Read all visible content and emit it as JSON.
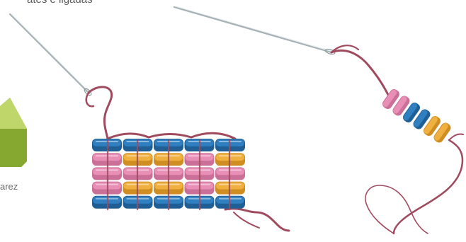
{
  "header": {
    "caption_fragment": "ates e ligadas"
  },
  "footer": {
    "caption_fragment": "arez"
  },
  "colors": {
    "bead_blue": "#2f7fc1",
    "bead_pink": "#e98fb6",
    "bead_yellow": "#f0b040",
    "thread": "#a04a5e",
    "needle": "#9aa6ab",
    "green_shape": "#8fb03a"
  },
  "beadwork": {
    "columns": [
      [
        "blue",
        "pink",
        "pink",
        "pink",
        "blue"
      ],
      [
        "blue",
        "yellow",
        "pink",
        "yellow",
        "blue"
      ],
      [
        "blue",
        "yellow",
        "pink",
        "yellow",
        "blue"
      ],
      [
        "blue",
        "pink",
        "pink",
        "pink",
        "blue"
      ],
      [
        "blue",
        "yellow",
        "pink",
        "yellow",
        "blue"
      ]
    ],
    "needle_string": [
      "pink",
      "pink",
      "blue",
      "blue",
      "yellow",
      "yellow"
    ]
  }
}
